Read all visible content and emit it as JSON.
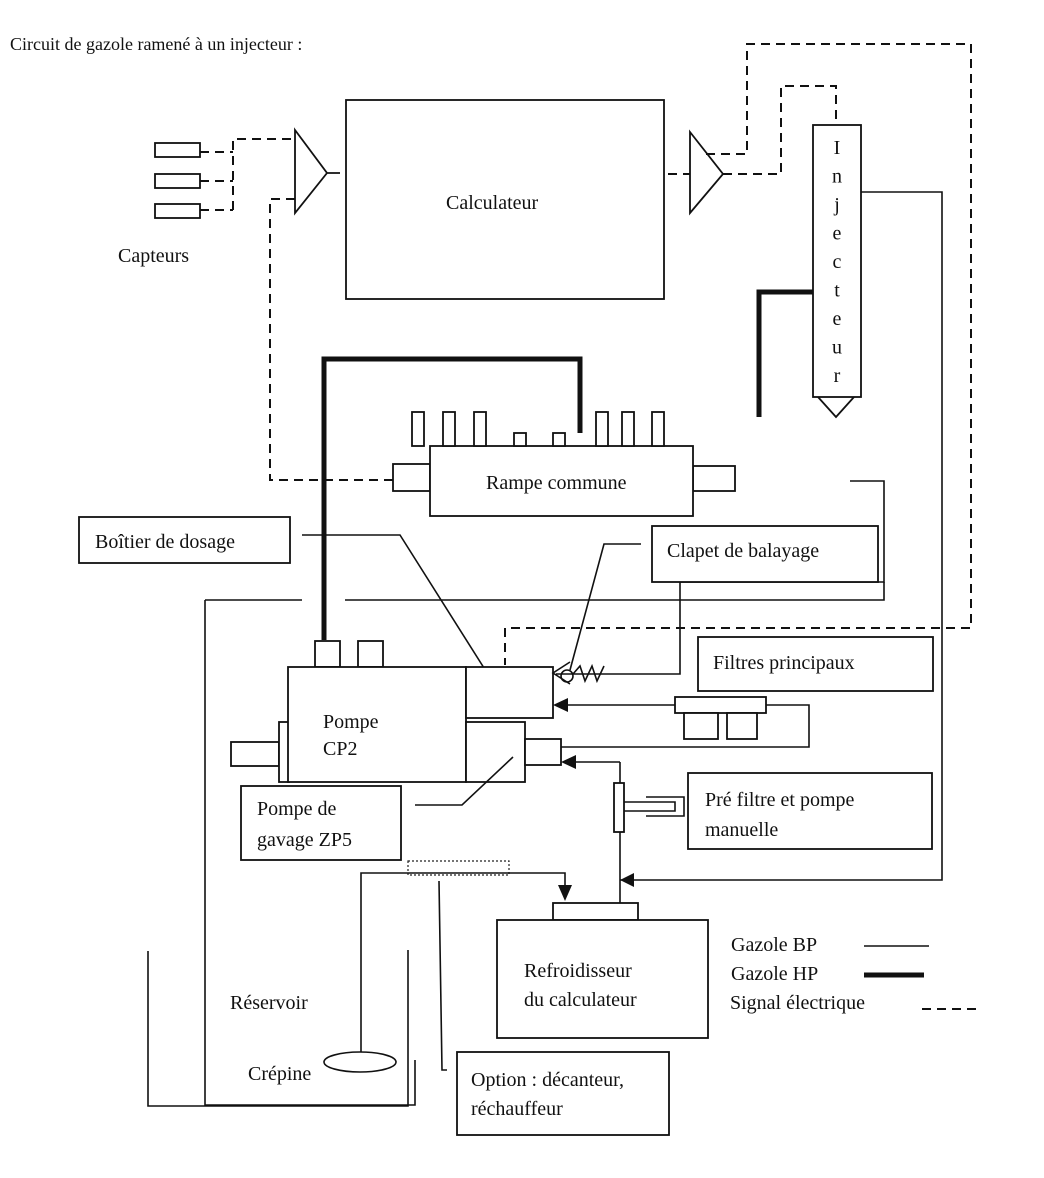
{
  "title": "Circuit de gazole ramené à un injecteur :",
  "components": {
    "calculateur": "Calculateur",
    "capteurs": "Capteurs",
    "injecteur_letters": [
      "I",
      "n",
      "j",
      "e",
      "c",
      "t",
      "e",
      "u",
      "r"
    ],
    "rampe": "Rampe commune",
    "boitier": "Boîtier de dosage",
    "clapet": "Clapet de balayage",
    "filtres": "Filtres principaux",
    "pompe_cp2": [
      "Pompe",
      "CP2"
    ],
    "pompe_gavage": [
      "Pompe de",
      "gavage ZP5"
    ],
    "prefiltre": [
      "Pré filtre et pompe",
      "manuelle"
    ],
    "refroidisseur": [
      "Refroidisseur",
      "du calculateur"
    ],
    "reservoir": "Réservoir",
    "crepine": "Crépine",
    "option": [
      "Option : décanteur,",
      "réchauffeur"
    ]
  },
  "legend": {
    "items": [
      {
        "label": "Gazole BP",
        "style": "thin-solid"
      },
      {
        "label": "Gazole HP",
        "style": "thick-solid"
      },
      {
        "label": "Signal électrique",
        "style": "dashed"
      }
    ]
  },
  "colors": {
    "line": "#111111",
    "background": "#ffffff"
  }
}
